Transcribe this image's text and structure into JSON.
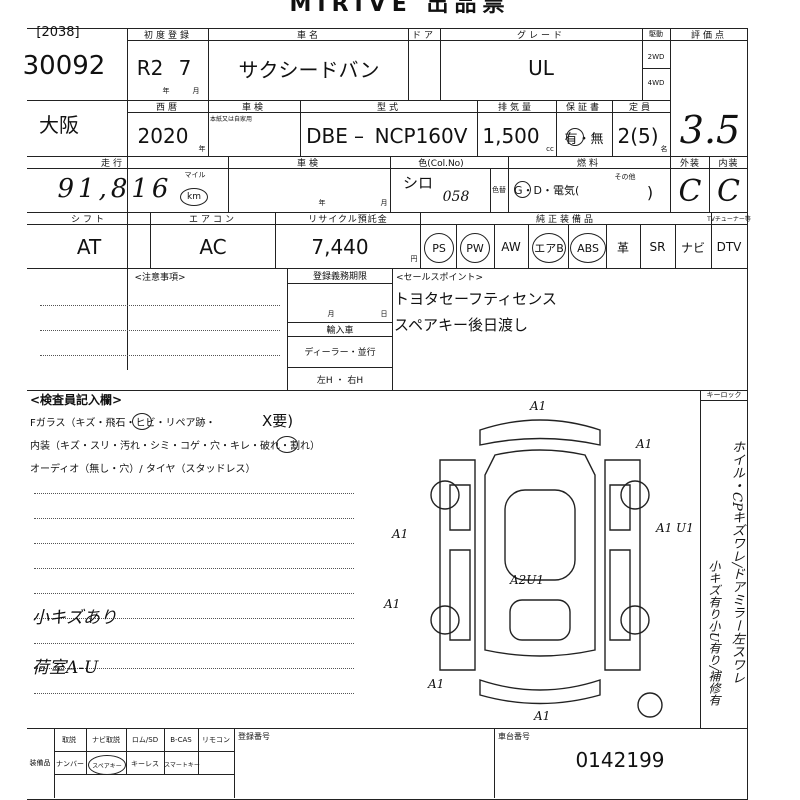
{
  "sheet": {
    "title": "MIRIVE 出品票",
    "lot_code": "[2038]",
    "lot_number": "30092"
  },
  "row1": {
    "first_reg_label": "初度登録",
    "first_reg_era": "R2",
    "first_reg_month": "7",
    "year_unit": "年",
    "month_unit": "月",
    "car_name_label": "車名",
    "car_name": "サクシードバン",
    "door_label": "ドア",
    "grade_label": "グレード",
    "grade": "UL",
    "drive_label": "駆動",
    "drive_2wd": "2WD",
    "drive_4wd": "4WD",
    "eval_label": "評価点",
    "eval_score": "3.5"
  },
  "row2": {
    "location": "大阪",
    "year_label": "西暦",
    "year": "2020",
    "year_suffix": "年",
    "inspection_label": "車検",
    "inspection_note": "本紙又は自家用",
    "model_label": "型式",
    "model_prefix": "DBE",
    "model_code": "NCP160V",
    "displacement_label": "排気量",
    "displacement": "1,500",
    "displacement_unit": "cc",
    "warranty_label": "保証書",
    "warranty_value": "有・無",
    "capacity_label": "定員",
    "capacity": "2(5)",
    "capacity_unit": "名"
  },
  "row3": {
    "mileage_label": "走行",
    "mileage": "91,816",
    "mileage_unit_top": "マイル",
    "mileage_unit": "km",
    "inspection_date_label": "車検",
    "year_unit": "年",
    "month_unit": "月",
    "color_label": "色(Col.No)",
    "color": "シロ",
    "color_no": "058",
    "color_change_label": "色替",
    "fuel_label": "燃料",
    "fuel_options": "G・D・電気(",
    "fuel_other": "その他",
    "fuel_close": ")",
    "exterior_label": "外装",
    "exterior_grade": "C",
    "interior_label": "内装",
    "interior_grade": "C"
  },
  "row4": {
    "shift_label": "シフト",
    "shift": "AT",
    "ac_label": "エアコン",
    "ac": "AC",
    "recycle_label": "リサイクル預託金",
    "recycle_fee": "7,440",
    "recycle_unit": "円",
    "equipment_label": "純正装備品",
    "equipment": [
      "PS",
      "PW",
      "AW",
      "エアB",
      "ABS",
      "革",
      "SR",
      "ナビ",
      "DTV"
    ],
    "tv_tuner_label": "TVチューナー等"
  },
  "notes": {
    "caution_label": "<注意事項>",
    "reg_deadline_label": "登録義務期限",
    "month_unit": "月",
    "day_unit": "日",
    "import_label": "輸入車",
    "import_dealer": "ディーラー・並行",
    "handle": "左H ・ 右H",
    "sales_points_label": "<セールスポイント>",
    "sales_points": [
      "トヨタセーフティセンス",
      "スペアキー後日渡し"
    ]
  },
  "inspector": {
    "label": "<検査員記入欄>",
    "glass_line": "Fガラス（キズ・飛石・ヒビ・リペア跡・",
    "glass_mark": "X要)",
    "interior_line": "内装（キズ・スリ・汚れ・シミ・コゲ・穴・キレ・破れ・割れ）",
    "audio_line": "オーディオ（無し・穴）/ タイヤ（スタッドレス）",
    "note1": "小キズあり",
    "note2": "荷室A-U"
  },
  "diagram": {
    "keylock_label": "キーロック",
    "marks": [
      "A1",
      "A1",
      "A1",
      "A1",
      "A1",
      "A1",
      "A1",
      "U1",
      "A2U1"
    ],
    "side_notes": "ホイル・CPキズワレ/ドアミラー左スワレ",
    "side_notes2": "小キズ有り小U有り/補修有"
  },
  "footer": {
    "equipment_label": "装備品",
    "items_top": [
      "取説",
      "ナビ取説",
      "ロム/SD",
      "B-CAS",
      "リモコン"
    ],
    "items_bottom": [
      "ナンバー",
      "スペアキー",
      "キーレス",
      "スマートキー"
    ],
    "reg_number_label": "登録番号",
    "chassis_label": "車台番号",
    "chassis_number": "0142199"
  }
}
